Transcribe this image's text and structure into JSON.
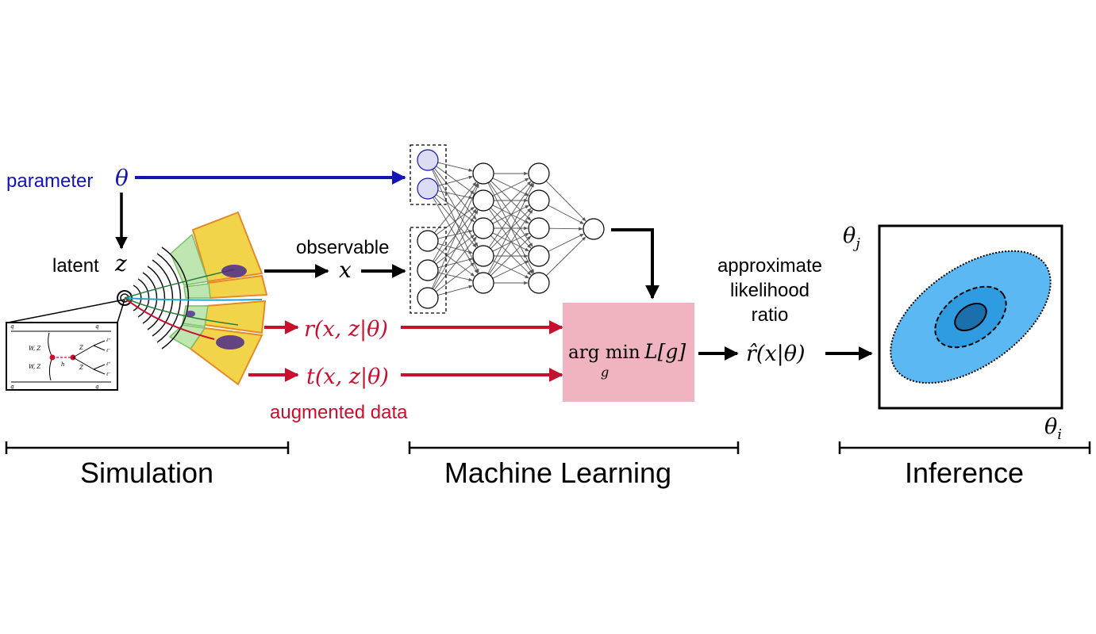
{
  "parameter": {
    "label": "parameter",
    "symbol": "θ"
  },
  "latent": {
    "label": "latent",
    "symbol": "z"
  },
  "observable": {
    "label": "observable",
    "symbol": "x"
  },
  "augmented": {
    "r": "r(x, z|θ)",
    "t": "t(x, z|θ)",
    "label": "augmented data"
  },
  "loss": {
    "argmin": "arg min",
    "sub": "g",
    "expr": "L[g]"
  },
  "output": {
    "label_lines": [
      "approximate",
      "likelihood",
      "ratio"
    ],
    "symbol": "r̂(x|θ)"
  },
  "inference_plot": {
    "y_axis": "θ",
    "y_sub": "j",
    "x_axis": "θ",
    "x_sub": "i"
  },
  "feynman": {
    "labels": [
      "q",
      "q",
      "q",
      "q",
      "W, Z",
      "W, Z",
      "h",
      "Z",
      "Z",
      "ℓ⁺",
      "ℓ⁻",
      "ℓ⁺",
      "ℓ⁻"
    ]
  },
  "sections": [
    "Simulation",
    "Machine Learning",
    "Inference"
  ],
  "colors": {
    "parameter": "#1414b4",
    "augmented": "#c8102e",
    "loss_box": "#f0b4c0",
    "detector_yellow": "#f2d44a",
    "detector_green": "#bfe6b0",
    "nn_input_fill": "#dcdcf5",
    "contour_outer": "#5bb8f2",
    "contour_mid": "#2f9be0",
    "contour_inner": "#1c6fad"
  }
}
